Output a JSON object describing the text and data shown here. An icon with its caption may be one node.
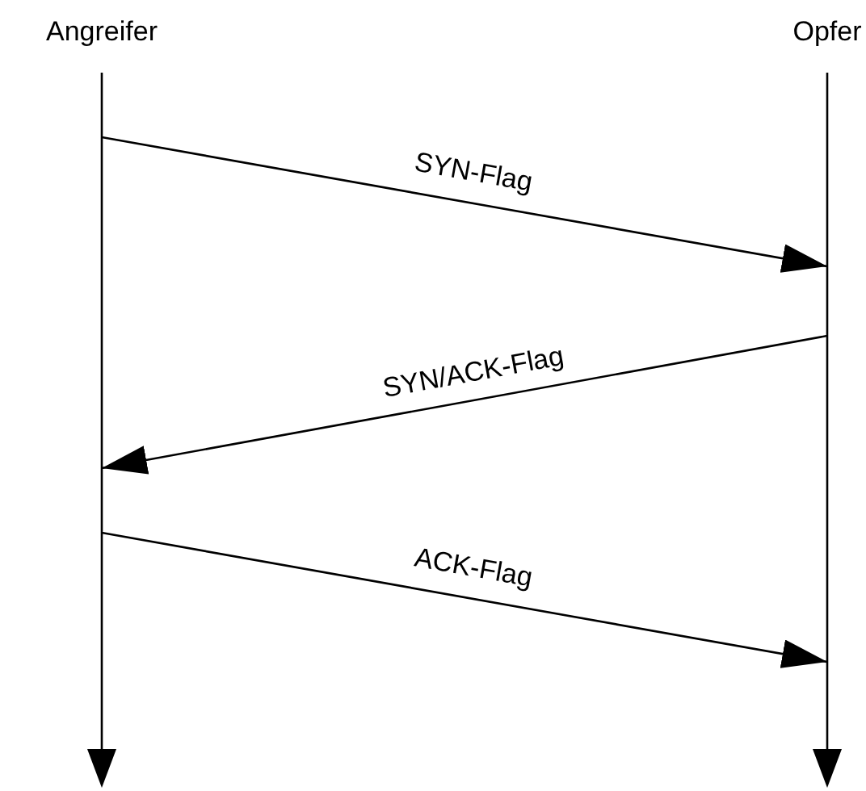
{
  "diagram": {
    "nodes": [
      {
        "text": [
          "Angreifer"
        ]
      },
      {
        "text": [
          "Opfer"
        ]
      },
      {
        "text": [],
        "shape": "line"
      },
      {
        "text": [],
        "shape": "line"
      }
    ],
    "edges": [
      {
        "from": 2,
        "to": 3,
        "arrow": "to",
        "label": "SYN-Flag"
      },
      {
        "from": 3,
        "to": 2,
        "arrow": "to",
        "label": "SYN/ACK-Flag"
      },
      {
        "from": 2,
        "to": 3,
        "arrow": "to",
        "label": "ACK-Flag"
      }
    ]
  }
}
